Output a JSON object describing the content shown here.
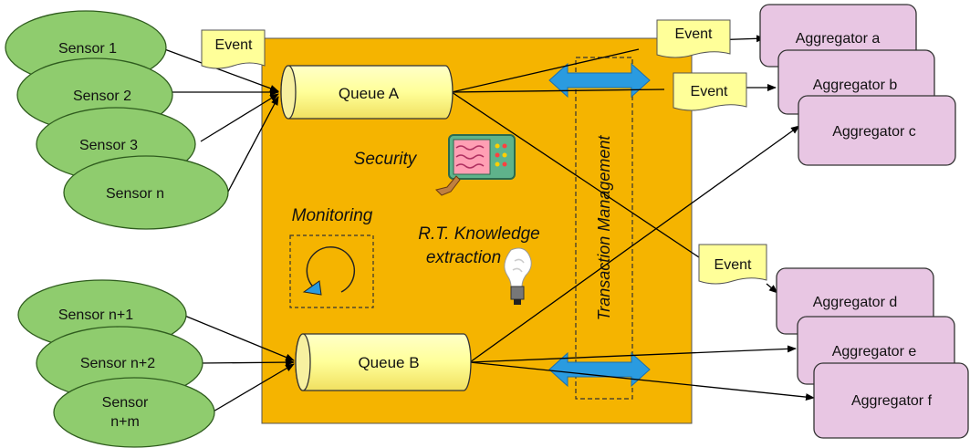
{
  "sensors_top": [
    "Sensor 1",
    "Sensor  2",
    "Sensor 3",
    "Sensor n"
  ],
  "sensors_bottom": [
    "Sensor n+1",
    "Sensor n+2",
    "Sensor n+m"
  ],
  "queues": {
    "a": "Queue A",
    "b": "Queue B"
  },
  "events": [
    "Event",
    "Event",
    "Event",
    "Event"
  ],
  "labels": {
    "security": "Security",
    "monitoring": "Monitoring",
    "knowledge": "R.T. Knowledge extraction",
    "transaction": "Transaction Management"
  },
  "aggregators_top": [
    "Aggregator a",
    "Aggregator b",
    "Aggregator c"
  ],
  "aggregators_bottom": [
    "Aggregator d",
    "Aggregator e",
    "Aggregator f"
  ],
  "colors": {
    "panel": "#f5b400",
    "sensor": "#8fcc6e",
    "queue": "#ffff99",
    "event": "#ffff99",
    "aggregator": "#e8c6e3",
    "arrow": "#2a9be0"
  }
}
